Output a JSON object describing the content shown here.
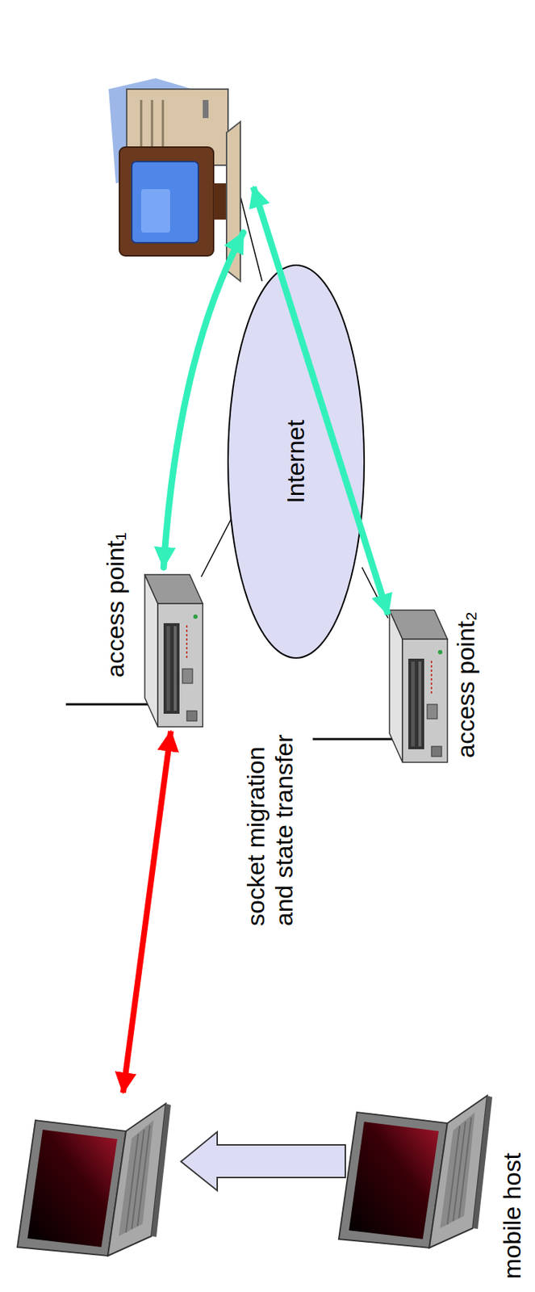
{
  "diagram": {
    "nodes": [
      {
        "text": [
          "mobile host"
        ]
      },
      {
        "text": [
          "access point₁"
        ]
      },
      {
        "text": [
          "access point₂"
        ]
      },
      {
        "text": [
          "Internet"
        ]
      }
    ],
    "edges": [
      {
        "from": 0,
        "to": 2,
        "arrow": "both"
      },
      {
        "from": 2,
        "to": 1,
        "arrow": "to",
        "label": "socket migration and state transfer"
      }
    ]
  }
}
